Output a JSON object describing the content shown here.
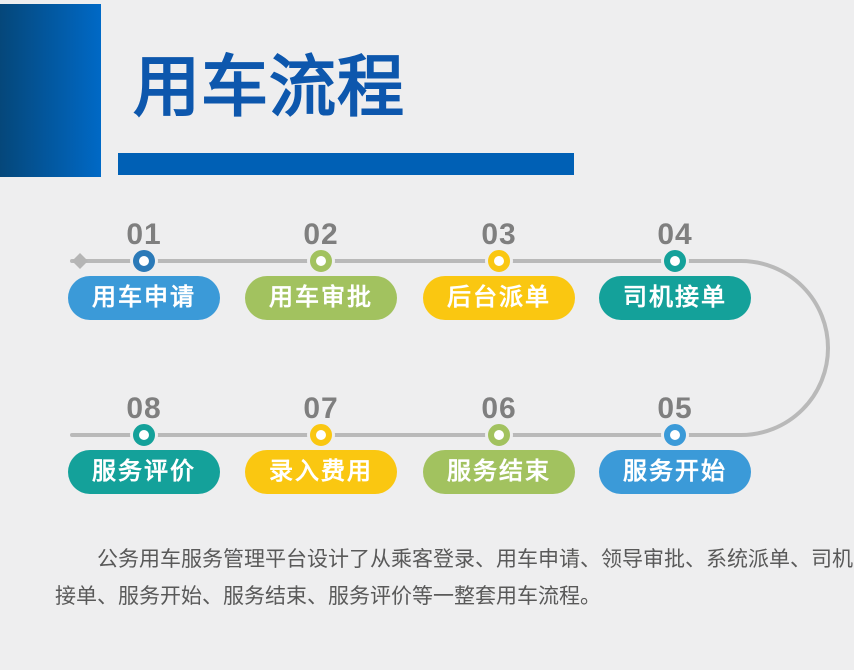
{
  "page": {
    "background": "#eeeeef"
  },
  "header": {
    "title": "用车流程",
    "title_color": "#0d57ad",
    "accent_bar_colors": {
      "start": "#05477a",
      "end": "#0069c6"
    },
    "underline_color": "#0060b5"
  },
  "flow": {
    "line_color": "#b9b9b9",
    "number_color": "#7f7f7f",
    "top_row_order": [
      "01",
      "02",
      "03",
      "04"
    ],
    "bottom_row_order": [
      "08",
      "07",
      "06",
      "05"
    ],
    "steps": [
      {
        "number": "01",
        "label": "用车申请",
        "pill_color": "#3b9ad8",
        "dot_color": "#2b7ab8"
      },
      {
        "number": "02",
        "label": "用车审批",
        "pill_color": "#a2c25f",
        "dot_color": "#a2c25f"
      },
      {
        "number": "03",
        "label": "后台派单",
        "pill_color": "#fac711",
        "dot_color": "#fac711"
      },
      {
        "number": "04",
        "label": "司机接单",
        "pill_color": "#14a19a",
        "dot_color": "#14a19a"
      },
      {
        "number": "05",
        "label": "服务开始",
        "pill_color": "#3b9ad8",
        "dot_color": "#3b9ad8"
      },
      {
        "number": "06",
        "label": "服务结束",
        "pill_color": "#a2c25f",
        "dot_color": "#a2c25f"
      },
      {
        "number": "07",
        "label": "录入费用",
        "pill_color": "#fac711",
        "dot_color": "#fac711"
      },
      {
        "number": "08",
        "label": "服务评价",
        "pill_color": "#14a19a",
        "dot_color": "#14a19a"
      }
    ]
  },
  "description": {
    "text_color": "#595959",
    "lines": [
      "公务用车服务管理平台设计了从乘客登录、用车申请、领导审批、系统派单、司机",
      "接单、服务开始、服务结束、服务评价等一整套用车流程。"
    ]
  }
}
